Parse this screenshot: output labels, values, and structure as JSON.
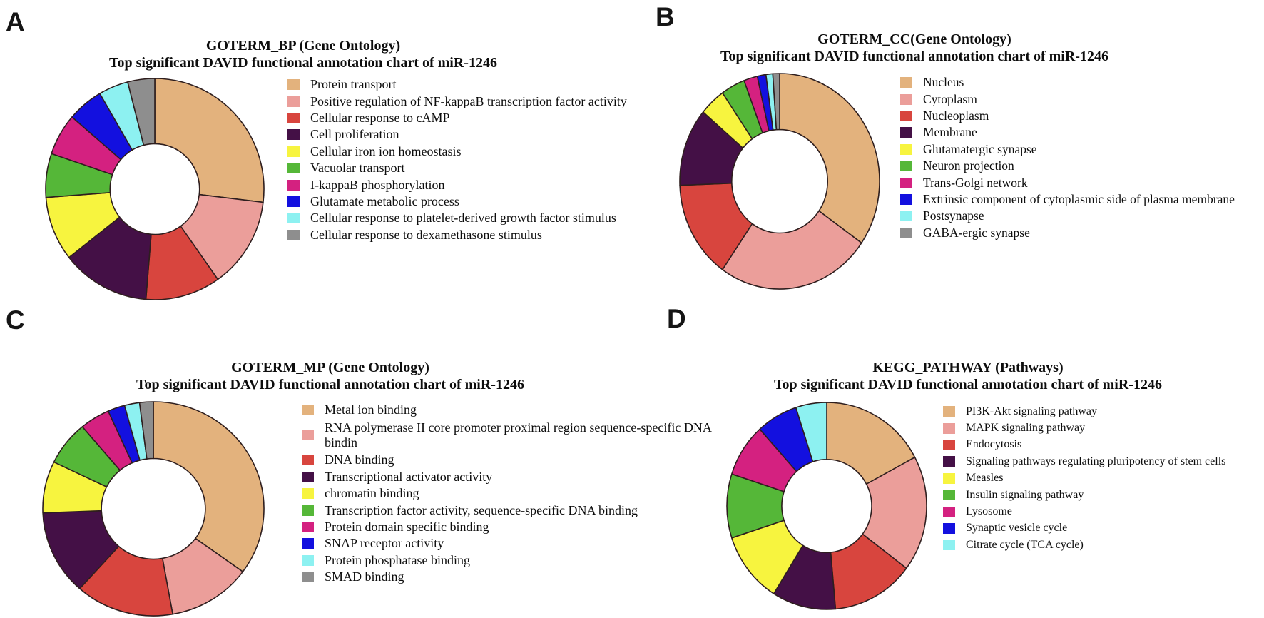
{
  "panels": [
    {
      "panel_label": "A"
    },
    {
      "panel_label": "B"
    },
    {
      "panel_label": "C"
    },
    {
      "panel_label": "D"
    }
  ],
  "chart_data": [
    {
      "type": "pie",
      "variant": "donut",
      "panel": "A",
      "title": "GOTERM_BP (Gene Ontology)",
      "subtitle": "Top significant DAVID functional annotation chart of miR-1246",
      "order": "clockwise from 12 o'clock",
      "unit": "percent of ring (estimated from arc angles)",
      "legend_position": "right",
      "segments": [
        {
          "label": "Protein transport",
          "color": "#e3b27d",
          "value": 26.9
        },
        {
          "label": "Positive regulation of NF-kappaB transcription factor activity",
          "color": "#eb9e9a",
          "value": 13.3
        },
        {
          "label": "Cellular response to cAMP",
          "color": "#d8453e",
          "value": 11.1
        },
        {
          "label": "Cell proliferation",
          "color": "#441046",
          "value": 13.1
        },
        {
          "label": "Cellular iron ion homeostasis",
          "color": "#f7f43f",
          "value": 9.4
        },
        {
          "label": "Vacuolar transport",
          "color": "#55b738",
          "value": 6.4
        },
        {
          "label": "I-kappaB phosphorylation",
          "color": "#d42180",
          "value": 6.1
        },
        {
          "label": "Glutamate metabolic process",
          "color": "#1310df",
          "value": 5.3
        },
        {
          "label": "Cellular response to platelet-derived growth factor stimulus",
          "color": "#8df1f1",
          "value": 4.4
        },
        {
          "label": "Cellular response to dexamethasone stimulus",
          "color": "#8e8e8e",
          "value": 4.0
        }
      ]
    },
    {
      "type": "pie",
      "variant": "donut",
      "panel": "B",
      "title": "GOTERM_CC(Gene Ontology)",
      "subtitle": "Top significant DAVID functional annotation chart of miR-1246",
      "order": "clockwise from 12 o'clock",
      "unit": "percent of ring (estimated from arc angles)",
      "legend_position": "right",
      "segments": [
        {
          "label": "Nucleus",
          "color": "#e3b27d",
          "value": 34.7
        },
        {
          "label": "Cytoplasm",
          "color": "#eb9e9a",
          "value": 25.0
        },
        {
          "label": "Nucleoplasm",
          "color": "#d8453e",
          "value": 14.7
        },
        {
          "label": "Membrane",
          "color": "#441046",
          "value": 11.7
        },
        {
          "label": "Glutamatergic synapse",
          "color": "#f7f43f",
          "value": 4.2
        },
        {
          "label": "Neuron projection",
          "color": "#55b738",
          "value": 3.9
        },
        {
          "label": "Trans-Golgi network",
          "color": "#d42180",
          "value": 2.2
        },
        {
          "label": "Extrinsic component of cytoplasmic side of plasma membrane",
          "color": "#1310df",
          "value": 1.4
        },
        {
          "label": "Postsynapse",
          "color": "#8df1f1",
          "value": 1.1
        },
        {
          "label": "GABA-ergic synapse",
          "color": "#8e8e8e",
          "value": 1.1
        }
      ]
    },
    {
      "type": "pie",
      "variant": "donut",
      "panel": "C",
      "title": "GOTERM_MP (Gene Ontology)",
      "subtitle": "Top significant DAVID functional annotation chart of miR-1246",
      "order": "clockwise from 12 o'clock",
      "unit": "percent of ring (estimated from arc angles)",
      "legend_position": "right",
      "segments": [
        {
          "label": "Metal ion binding",
          "color": "#e3b27d",
          "value": 35.0
        },
        {
          "label": "RNA polymerase II core promoter proximal region sequence-specific DNA bindin",
          "label_lines": [
            "RNA polymerase II core promoter proximal region sequence-specific DNA",
            "bindin"
          ],
          "color": "#eb9e9a",
          "value": 12.2
        },
        {
          "label": "DNA binding",
          "color": "#d8453e",
          "value": 14.4
        },
        {
          "label": "Transcriptional activator activity",
          "color": "#441046",
          "value": 12.8
        },
        {
          "label": "chromatin binding",
          "color": "#f7f43f",
          "value": 7.8
        },
        {
          "label": "Transcription factor activity, sequence-specific DNA binding",
          "color": "#55b738",
          "value": 6.7
        },
        {
          "label": "Protein domain specific binding",
          "color": "#d42180",
          "value": 4.4
        },
        {
          "label": "SNAP receptor activity",
          "color": "#1310df",
          "value": 2.5
        },
        {
          "label": "Protein phosphatase binding",
          "color": "#8df1f1",
          "value": 2.2
        },
        {
          "label": "SMAD binding",
          "color": "#8e8e8e",
          "value": 2.0
        }
      ]
    },
    {
      "type": "pie",
      "variant": "donut",
      "panel": "D",
      "title": "KEGG_PATHWAY (Pathways)",
      "subtitle": "Top significant DAVID functional annotation chart of miR-1246",
      "order": "clockwise from 12 o'clock",
      "unit": "percent of ring (estimated from arc angles)",
      "legend_position": "right",
      "segments": [
        {
          "label": "PI3K-Akt signaling pathway",
          "color": "#e3b27d",
          "value": 17.2
        },
        {
          "label": "MAPK signaling pathway",
          "color": "#eb9e9a",
          "value": 18.1
        },
        {
          "label": "Endocytosis",
          "color": "#d8453e",
          "value": 13.3
        },
        {
          "label": "Signaling pathways regulating pluripotency of stem cells",
          "color": "#441046",
          "value": 10.3
        },
        {
          "label": "Measles",
          "color": "#f7f43f",
          "value": 11.1
        },
        {
          "label": "Insulin signaling pathway",
          "color": "#55b738",
          "value": 10.0
        },
        {
          "label": "Lysosome",
          "color": "#d42180",
          "value": 8.3
        },
        {
          "label": "Synaptic vesicle cycle",
          "color": "#1310df",
          "value": 6.7
        },
        {
          "label": "Citrate cycle (TCA cycle)",
          "color": "#8df1f1",
          "value": 5.0
        }
      ]
    }
  ]
}
